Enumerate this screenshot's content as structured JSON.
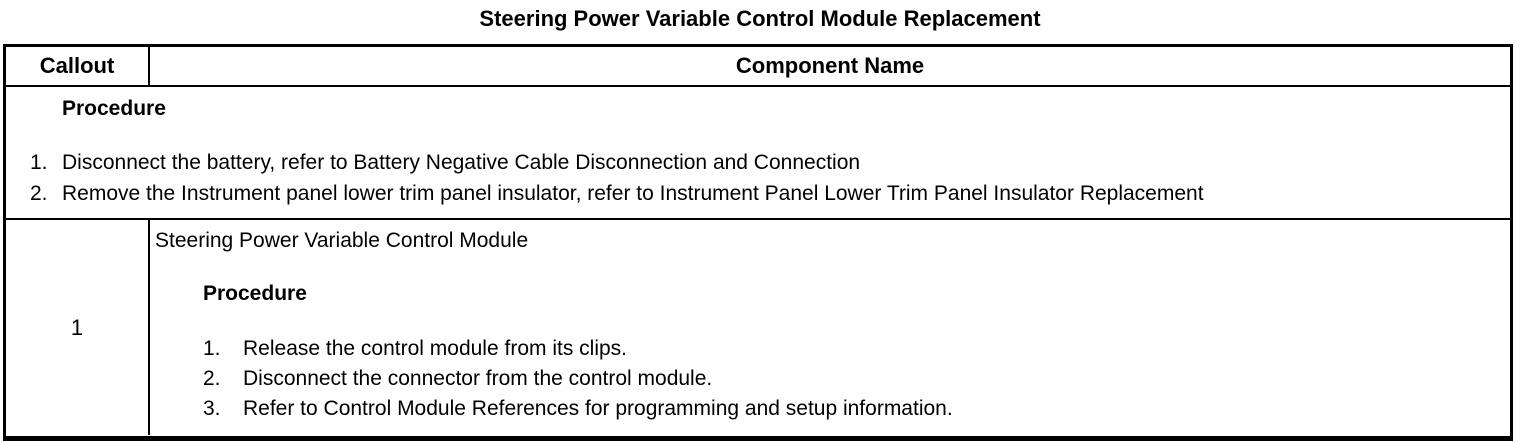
{
  "title": "Steering Power Variable Control Module Replacement",
  "table": {
    "header": {
      "callout": "Callout",
      "component": "Component Name"
    },
    "procedure_row": {
      "heading": "Procedure",
      "steps": [
        {
          "num": "1.",
          "text": "Disconnect the battery, refer to Battery Negative Cable Disconnection and Connection"
        },
        {
          "num": "2.",
          "text": "Remove the Instrument panel lower trim panel insulator, refer to Instrument Panel Lower Trim Panel Insulator Replacement"
        }
      ]
    },
    "component_row": {
      "callout": "1",
      "component_name": "Steering Power Variable Control Module",
      "heading": "Procedure",
      "steps": [
        {
          "num": "1.",
          "text": "Release the control module from its clips."
        },
        {
          "num": "2.",
          "text": "Disconnect the connector from the control module."
        },
        {
          "num": "3.",
          "text": "Refer to Control Module References for programming and setup information."
        }
      ]
    }
  }
}
